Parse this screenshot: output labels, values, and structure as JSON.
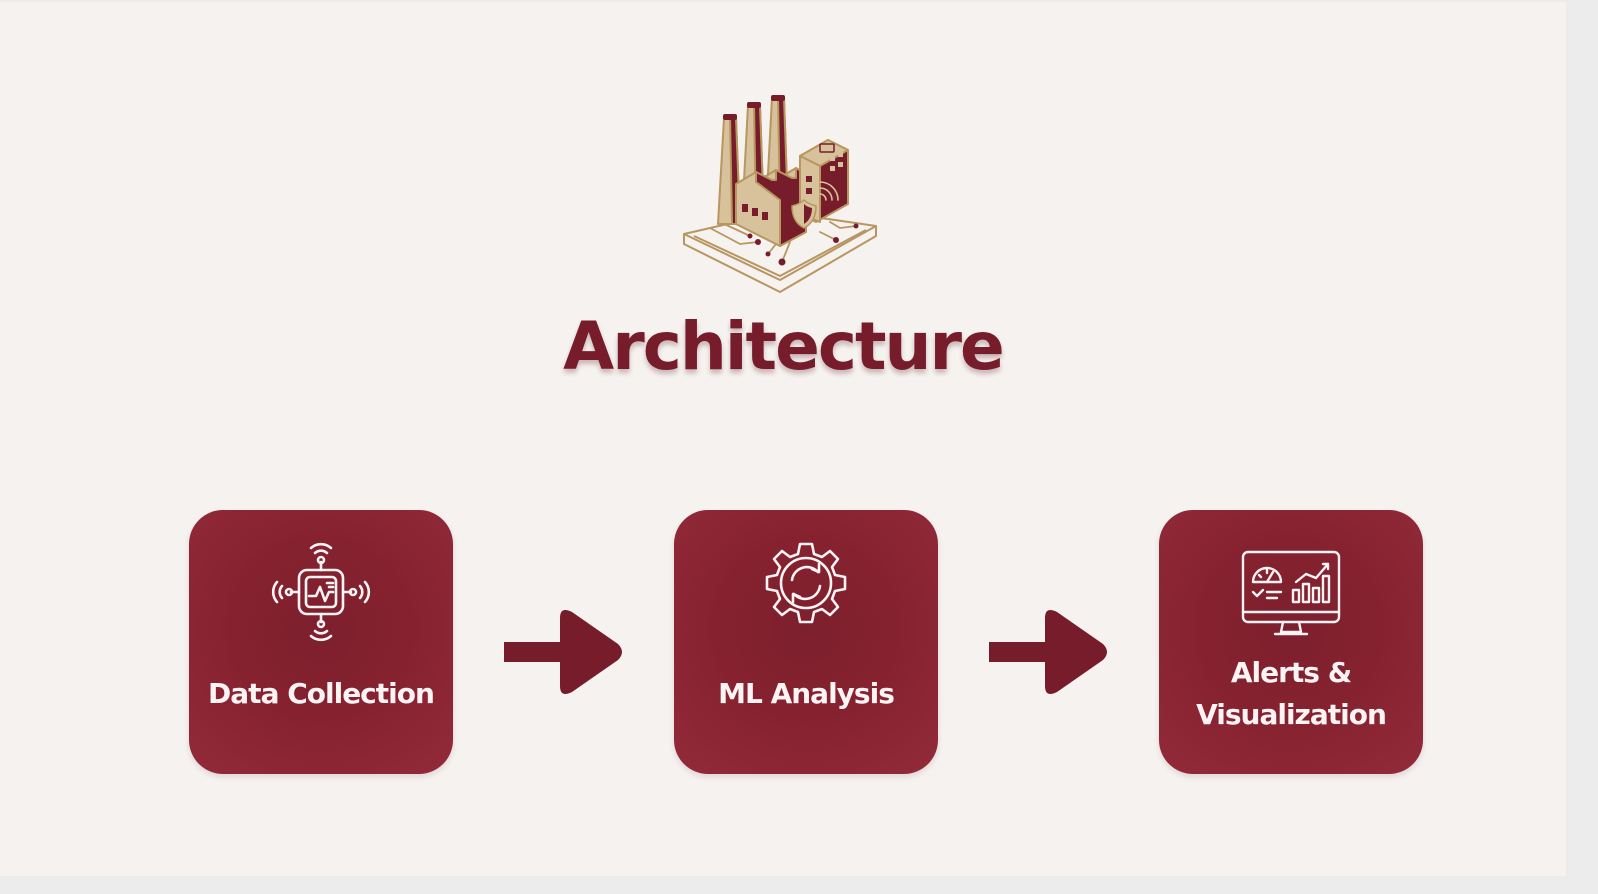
{
  "title": "Architecture",
  "colors": {
    "accent": "#761c2a",
    "card": "#86222f",
    "gold": "#b89660",
    "background": "#f6f2ef"
  },
  "hero_icon": "smart-factory-icon",
  "steps": [
    {
      "label": "Data Collection",
      "icon": "iot-chip-sensor-icon"
    },
    {
      "label": "ML Analysis",
      "icon": "gear-refresh-icon"
    },
    {
      "label": "Alerts &\nVisualization",
      "icon": "dashboard-monitor-icon"
    }
  ],
  "connectors": [
    "arrow-right-icon",
    "arrow-right-icon"
  ]
}
